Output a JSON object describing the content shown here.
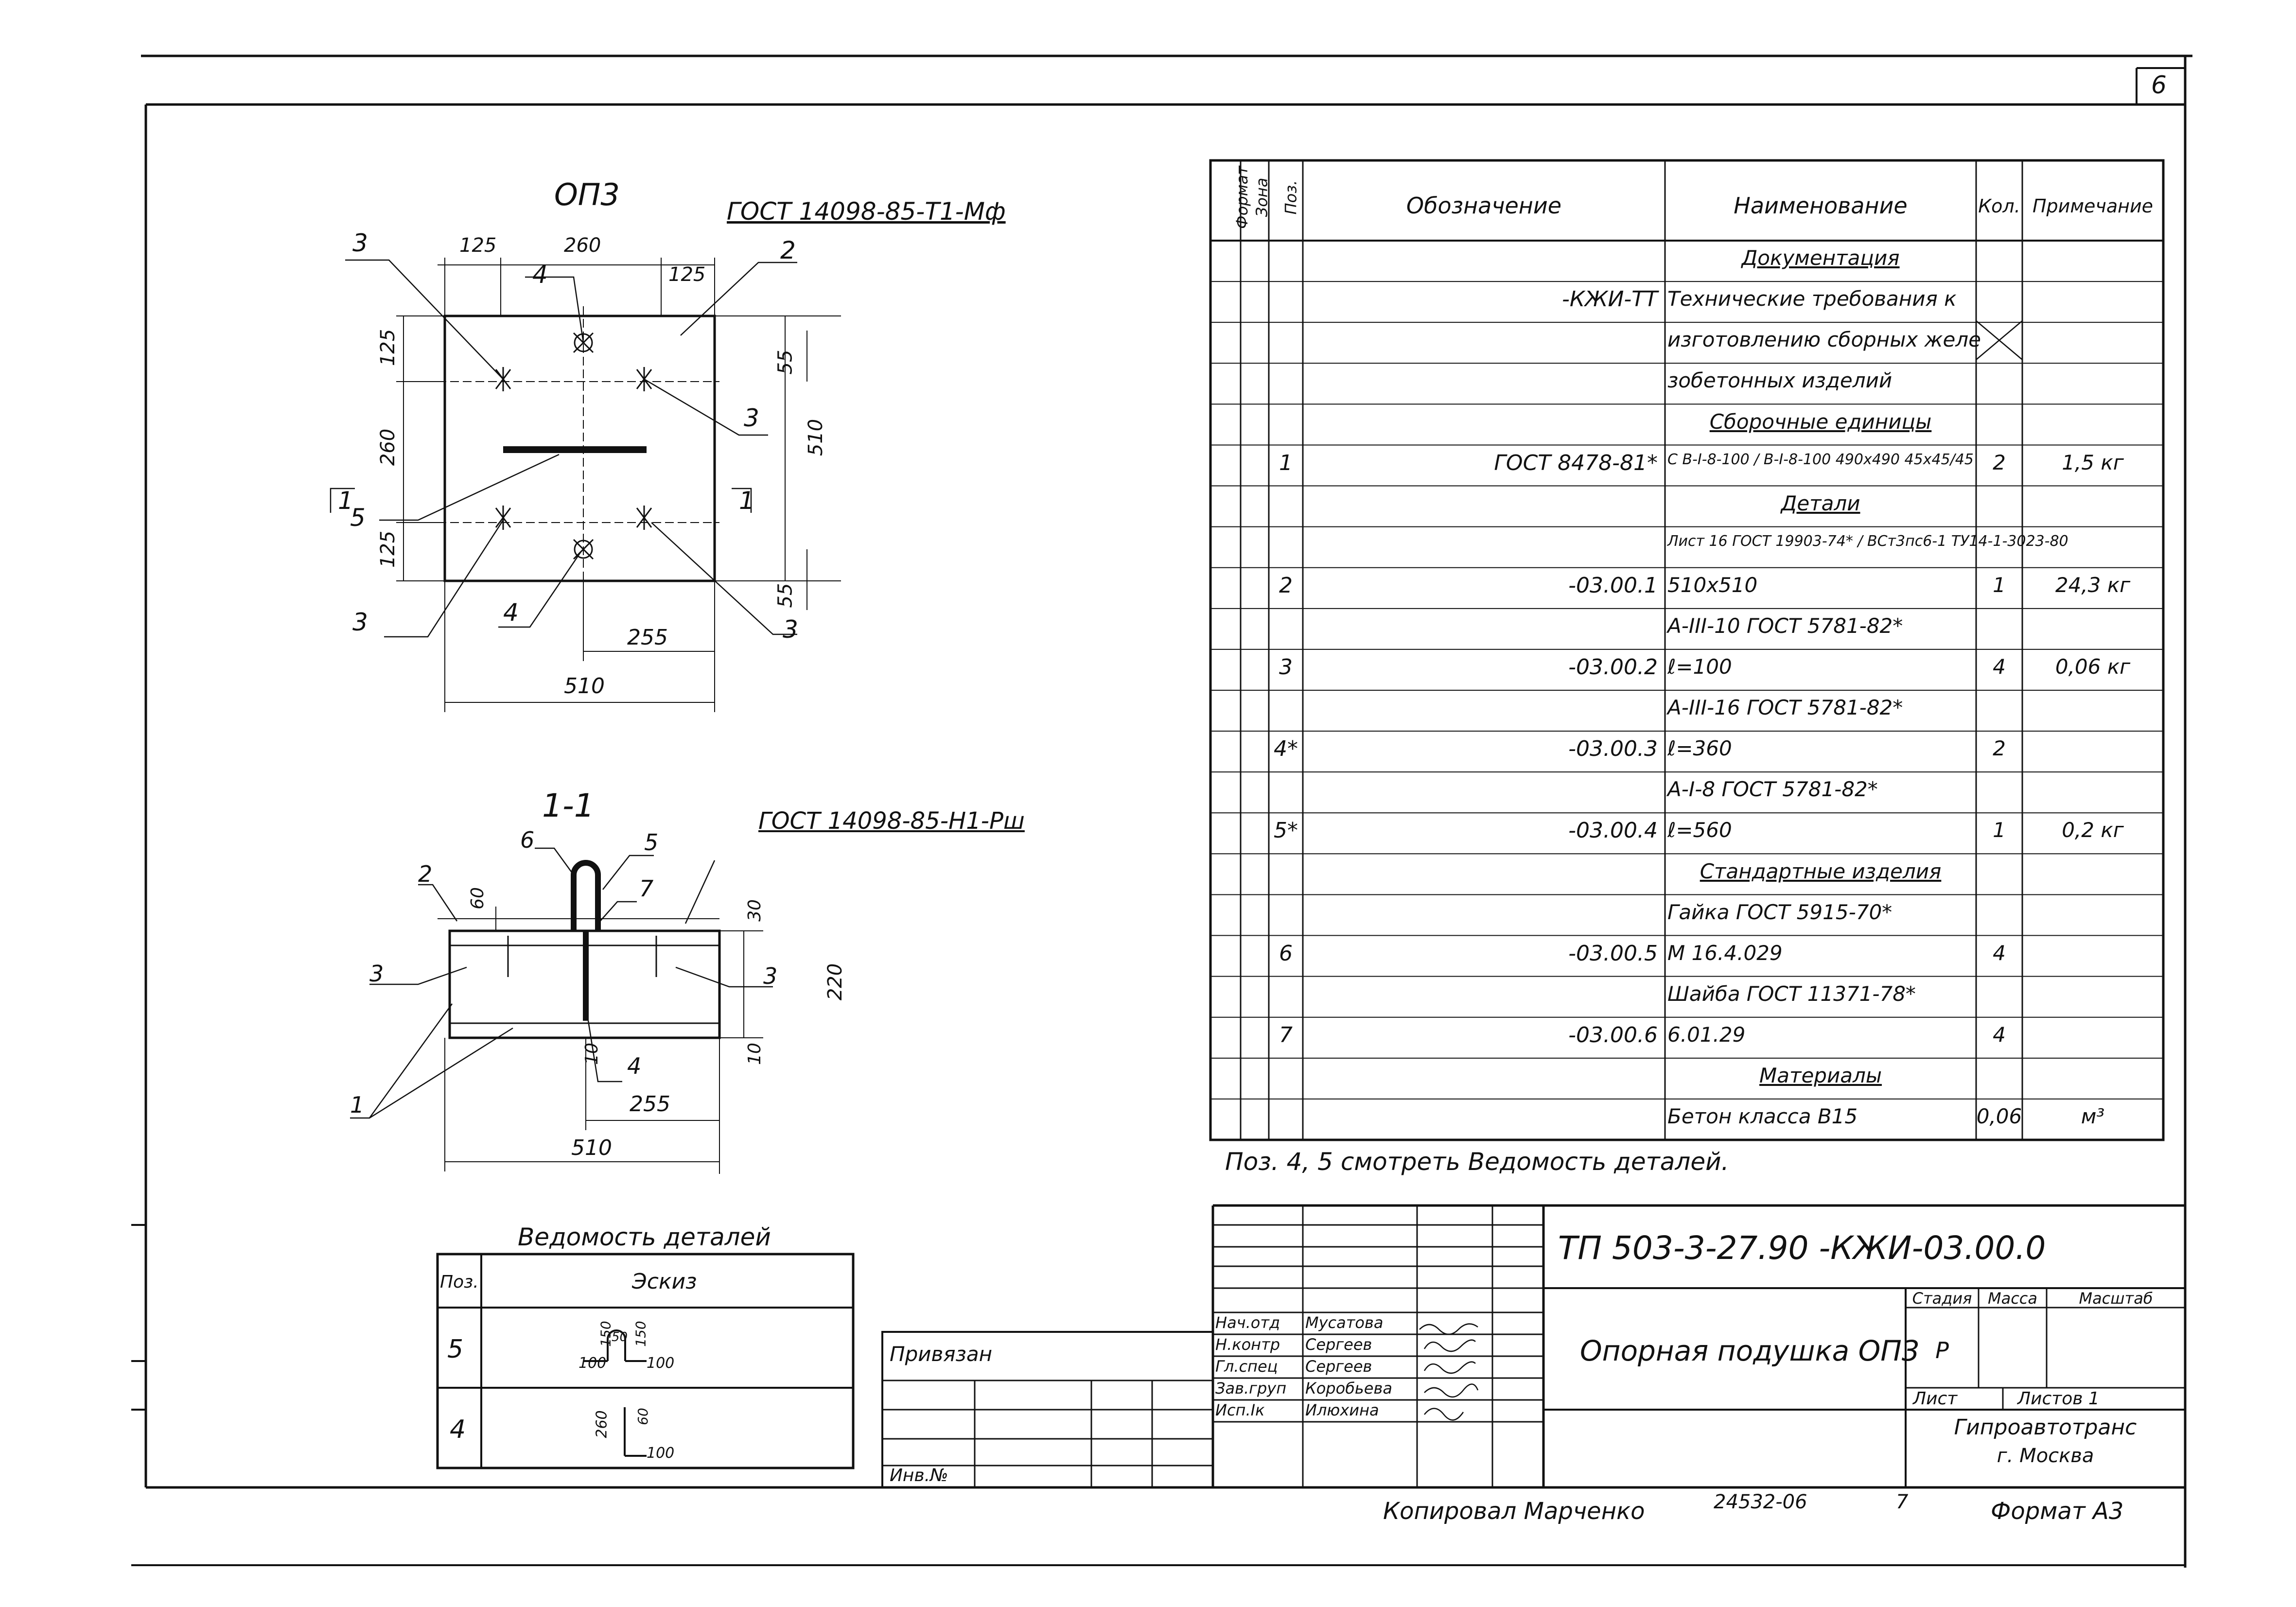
{
  "sheet_number": "6",
  "main_view": {
    "title": "ОП3",
    "gost_label": "ГОСТ 14098-85-Т1-Мф",
    "dims": {
      "top_a": "125",
      "top_b": "260",
      "top_c": "125",
      "left_a": "125",
      "left_b": "260",
      "left_c": "125",
      "right_a": "55",
      "right_b": "510",
      "right_c": "55",
      "bottom_a": "255",
      "bottom_b": "510"
    },
    "callouts": [
      "3",
      "4",
      "2",
      "3",
      "1",
      "1",
      "5",
      "3",
      "4",
      "3"
    ]
  },
  "section_view": {
    "title": "1-1",
    "gost_label": "ГОСТ 14098-85-Н1-Рш",
    "callouts": [
      "6",
      "5",
      "2",
      "7",
      "3",
      "3",
      "4",
      "1"
    ],
    "dims": {
      "d60": "60",
      "d30": "30",
      "d220": "220",
      "d10a": "10",
      "d10b": "10",
      "d255": "255",
      "d510": "510"
    }
  },
  "details_table": {
    "title": "Ведомость деталей",
    "headers": [
      "Поз.",
      "Эскиз"
    ],
    "rows": [
      {
        "pos": "5",
        "sketch_dims": [
          "150",
          "50",
          "150",
          "100",
          "100"
        ]
      },
      {
        "pos": "4",
        "sketch_dims": [
          "260",
          "60",
          "100"
        ]
      }
    ]
  },
  "spec_table": {
    "headers": {
      "format": "Формат",
      "zone": "Зона",
      "pos": "Поз.",
      "designation": "Обозначение",
      "name": "Наименование",
      "qty": "Кол.",
      "note": "Примечание"
    },
    "rows": [
      {
        "pos": "",
        "designation": "",
        "name": "Документация",
        "qty": "",
        "note": "",
        "heading": true
      },
      {
        "pos": "",
        "designation": "-КЖИ-ТТ",
        "name": "Технические требования к",
        "qty": "",
        "note": "",
        "heading": false
      },
      {
        "pos": "",
        "designation": "",
        "name": "изготовлению сборных желе",
        "qty": "",
        "note": "",
        "heading": false
      },
      {
        "pos": "",
        "designation": "",
        "name": "зобетонных изделий",
        "qty": "",
        "note": "",
        "heading": false
      },
      {
        "pos": "",
        "designation": "",
        "name": "Сборочные единицы",
        "qty": "",
        "note": "",
        "heading": true
      },
      {
        "pos": "1",
        "designation": "ГОСТ 8478-81*",
        "name": "С В-I-8-100 / В-I-8-100 490х490 45х45/45",
        "qty": "2",
        "note": "1,5 кг",
        "heading": false
      },
      {
        "pos": "",
        "designation": "",
        "name": "Детали",
        "qty": "",
        "note": "",
        "heading": true
      },
      {
        "pos": "",
        "designation": "",
        "name": "Лист 16 ГОСТ 19903-74* / ВСт3пс6-1 ТУ14-1-3023-80",
        "qty": "",
        "note": "",
        "heading": false
      },
      {
        "pos": "2",
        "designation": "-03.00.1",
        "name": "510х510",
        "qty": "1",
        "note": "24,3 кг",
        "heading": false
      },
      {
        "pos": "",
        "designation": "",
        "name": "А-III-10 ГОСТ 5781-82*",
        "qty": "",
        "note": "",
        "heading": false
      },
      {
        "pos": "3",
        "designation": "-03.00.2",
        "name": "ℓ=100",
        "qty": "4",
        "note": "0,06 кг",
        "heading": false
      },
      {
        "pos": "",
        "designation": "",
        "name": "А-III-16 ГОСТ 5781-82*",
        "qty": "",
        "note": "",
        "heading": false
      },
      {
        "pos": "4*",
        "designation": "-03.00.3",
        "name": "ℓ=360",
        "qty": "2",
        "note": "",
        "heading": false
      },
      {
        "pos": "",
        "designation": "",
        "name": "А-I-8 ГОСТ 5781-82*",
        "qty": "",
        "note": "",
        "heading": false
      },
      {
        "pos": "5*",
        "designation": "-03.00.4",
        "name": "ℓ=560",
        "qty": "1",
        "note": "0,2 кг",
        "heading": false
      },
      {
        "pos": "",
        "designation": "",
        "name": "Стандартные изделия",
        "qty": "",
        "note": "",
        "heading": true
      },
      {
        "pos": "",
        "designation": "",
        "name": "Гайка ГОСТ 5915-70*",
        "qty": "",
        "note": "",
        "heading": false
      },
      {
        "pos": "6",
        "designation": "-03.00.5",
        "name": "М 16.4.029",
        "qty": "4",
        "note": "",
        "heading": false
      },
      {
        "pos": "",
        "designation": "",
        "name": "Шайба ГОСТ 11371-78*",
        "qty": "",
        "note": "",
        "heading": false
      },
      {
        "pos": "7",
        "designation": "-03.00.6",
        "name": "6.01.29",
        "qty": "4",
        "note": "",
        "heading": false
      },
      {
        "pos": "",
        "designation": "",
        "name": "Материалы",
        "qty": "",
        "note": "",
        "heading": true
      },
      {
        "pos": "",
        "designation": "",
        "name": "Бетон класса В15",
        "qty": "0,06",
        "note": "м³",
        "heading": false
      }
    ],
    "footnote": "Поз. 4, 5 смотреть Ведомость деталей."
  },
  "title_block": {
    "code": "ТП 503-3-27.90 -КЖИ-03.00.0",
    "name": "Опорная подушка ОП3",
    "stage_label": "Стадия",
    "mass_label": "Масса",
    "scale_label": "Масштаб",
    "stage": "Р",
    "sheet_label": "Лист",
    "sheets_label": "Листов 1",
    "org_line1": "Гипроавтотранс",
    "org_line2": "г. Москва",
    "roles": [
      {
        "role": "Нач.отд",
        "name": "Мусатова"
      },
      {
        "role": "Н.контр",
        "name": "Сергеев"
      },
      {
        "role": "Гл.спец",
        "name": "Сергеев"
      },
      {
        "role": "Зав.груп",
        "name": "Коробьева"
      },
      {
        "role": "Исп.Iк",
        "name": "Илюхина"
      }
    ],
    "bound_label": "Привязан",
    "inv_label": "Инв.№"
  },
  "footer": {
    "copied": "Копировал Марченко",
    "number": "24532-06",
    "page": "7",
    "format": "Формат А3"
  }
}
